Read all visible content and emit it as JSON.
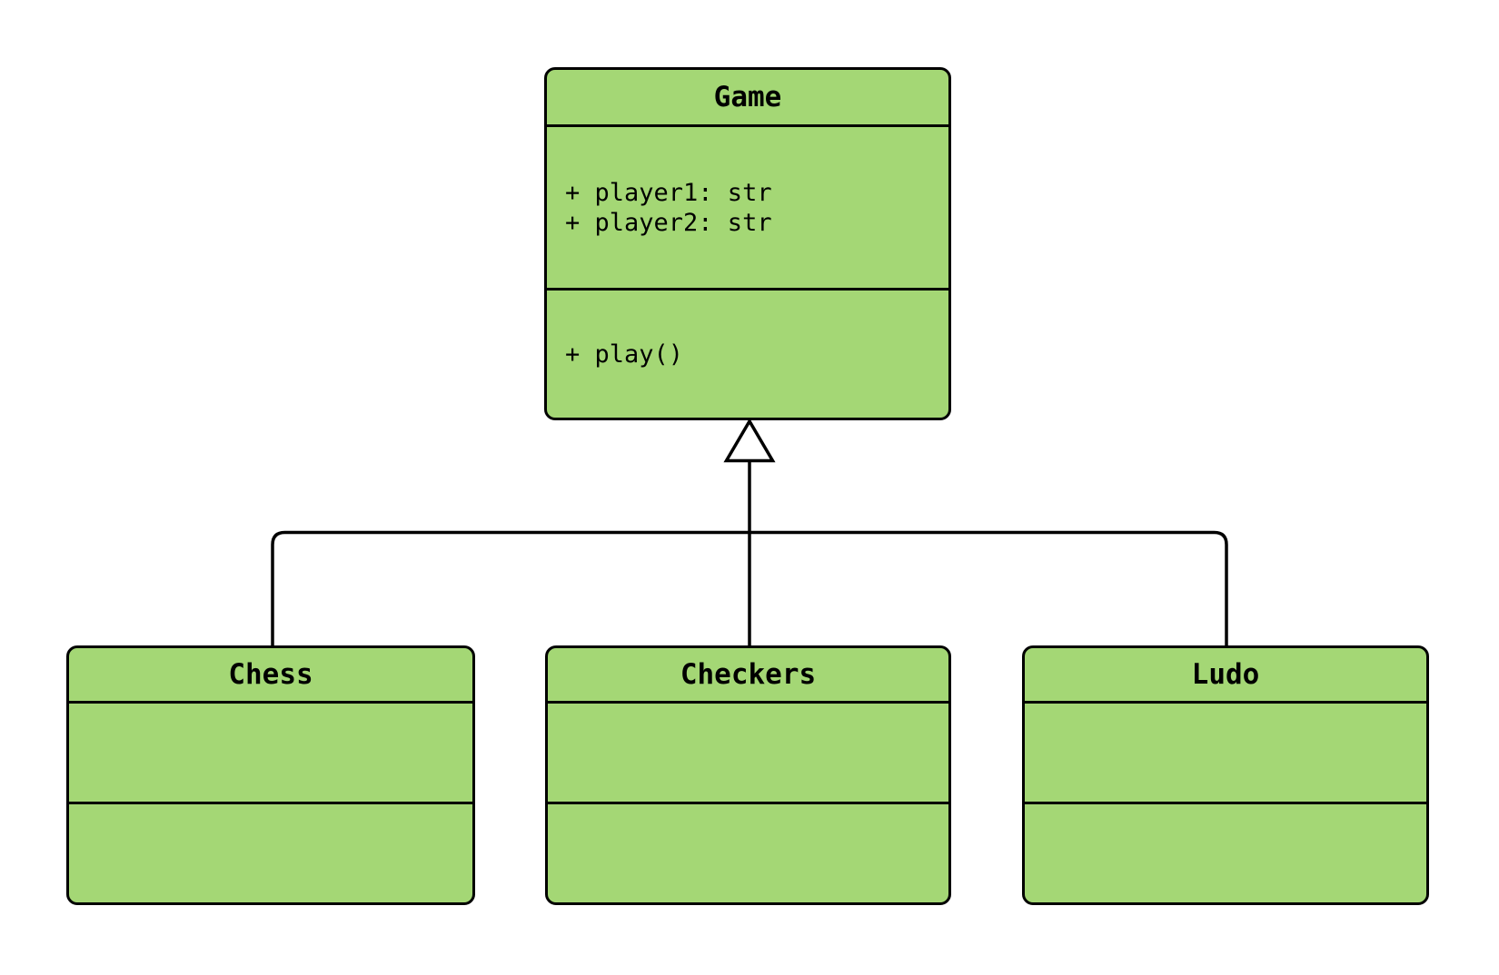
{
  "diagram": {
    "type": "uml-class-diagram",
    "background_color": "#ffffff",
    "node_fill_color": "#a4d775",
    "node_border_color": "#000000",
    "classes": {
      "game": {
        "name": "Game",
        "attributes": [
          "+ player1: str",
          "+ player2: str"
        ],
        "methods": [
          "+ play()"
        ]
      },
      "chess": {
        "name": "Chess",
        "attributes": [],
        "methods": []
      },
      "checkers": {
        "name": "Checkers",
        "attributes": [],
        "methods": []
      },
      "ludo": {
        "name": "Ludo",
        "attributes": [],
        "methods": []
      }
    },
    "relationships": [
      {
        "from": "Chess",
        "to": "Game",
        "type": "inheritance"
      },
      {
        "from": "Checkers",
        "to": "Game",
        "type": "inheritance"
      },
      {
        "from": "Ludo",
        "to": "Game",
        "type": "inheritance"
      }
    ]
  }
}
